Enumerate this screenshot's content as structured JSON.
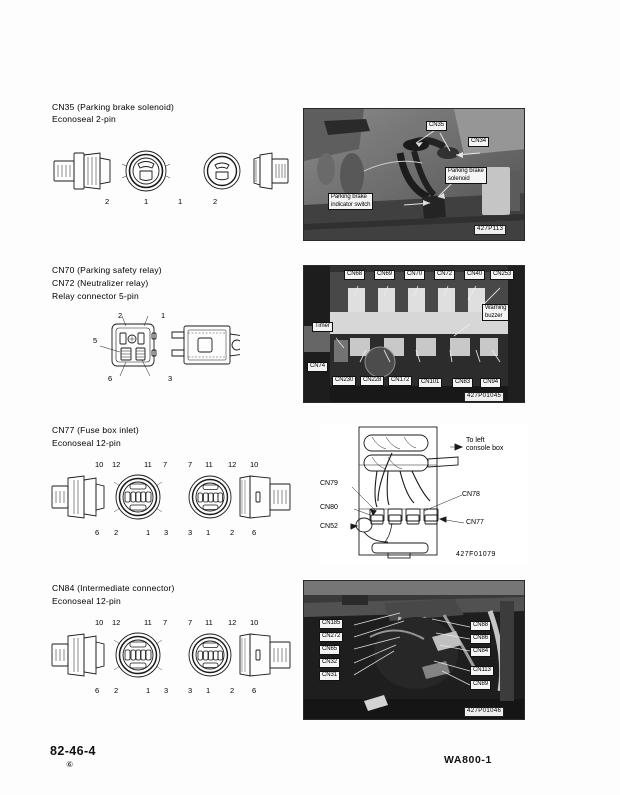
{
  "page": {
    "footer_left": "82-46-4",
    "footer_mark": "⑥",
    "footer_right": "WA800-1"
  },
  "sections": [
    {
      "id": "cn35",
      "title_line1": "CN35 (Parking brake solenoid)",
      "title_line2": "Econoseal 2-pin",
      "pins": {
        "left_top": [],
        "left_bottom": [
          "2",
          "1"
        ],
        "right_bottom": [
          "1",
          "2"
        ]
      },
      "photo": {
        "id_tag": "427P113",
        "callouts": [
          "CN35",
          "CN34",
          "Parking brake\nsolenoid",
          "Parking brake\nindicator switch"
        ]
      }
    },
    {
      "id": "cn70-cn72",
      "title_line1": "CN70 (Parking safety relay)",
      "title_line2": "CN72 (Neutralizer relay)",
      "title_line3": "Relay connector 5-pin",
      "pins": {
        "top": [
          "2",
          "1"
        ],
        "left": [
          "5"
        ],
        "bottom": [
          "6",
          "3"
        ]
      },
      "photo": {
        "id_tag": "427P01045",
        "callouts_top": [
          "CN68",
          "CN69",
          "CN70",
          "CN72",
          "CN40",
          "CN253"
        ],
        "callouts_bottom": [
          "CN74",
          "CN230",
          "CN228",
          "CN172",
          "CN101",
          "CN83",
          "CN94"
        ],
        "callouts_other": [
          "Timer",
          "Warning\nbuzzer"
        ]
      }
    },
    {
      "id": "cn77",
      "title_line1": "CN77 (Fuse box inlet)",
      "title_line2": "Econoseal 12-pin",
      "pins": {
        "left_top": [
          "10",
          "12",
          "11",
          "7"
        ],
        "left_bottom": [
          "6",
          "2",
          "1",
          "3"
        ],
        "right_top": [
          "7",
          "11",
          "12",
          "10"
        ],
        "right_bottom": [
          "3",
          "1",
          "2",
          "6"
        ]
      },
      "drawing": {
        "id_tag": "427F01079",
        "labels": [
          "CN79",
          "CN80",
          "CN52",
          "CN78",
          "CN77"
        ],
        "note": "To left\nconsole box"
      }
    },
    {
      "id": "cn84",
      "title_line1": "CN84 (Intermediate connector)",
      "title_line2": "Econoseal 12-pin",
      "pins": {
        "left_top": [
          "10",
          "12",
          "11",
          "7"
        ],
        "left_bottom": [
          "6",
          "2",
          "1",
          "3"
        ],
        "right_top": [
          "7",
          "11",
          "12",
          "10"
        ],
        "right_bottom": [
          "3",
          "1",
          "2",
          "6"
        ]
      },
      "photo": {
        "id_tag": "427P01046",
        "callouts_left": [
          "CN185",
          "CN272",
          "CN65",
          "CN32",
          "CN31"
        ],
        "callouts_right": [
          "CN88",
          "CN86",
          "CN84",
          "CN113",
          "CN89"
        ]
      }
    }
  ],
  "colors": {
    "ink": "#000000",
    "paper": "#fdfdfd",
    "photo_dark": "#3a3a3a",
    "photo_mid": "#6e6e6e",
    "label_bg": "#f4f4f4"
  }
}
